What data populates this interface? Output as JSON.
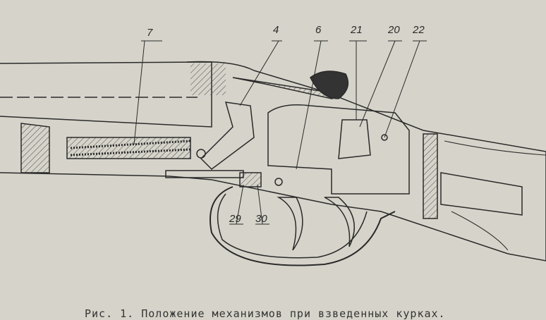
{
  "figure": {
    "labels": [
      "7",
      "4",
      "6",
      "21",
      "20",
      "22",
      "29",
      "30"
    ],
    "caption": "Рис. 1. Положение механизмов при взведенных курках."
  },
  "colors": {
    "paper": "#d6d4ca",
    "ink": "#2a2a2a"
  }
}
